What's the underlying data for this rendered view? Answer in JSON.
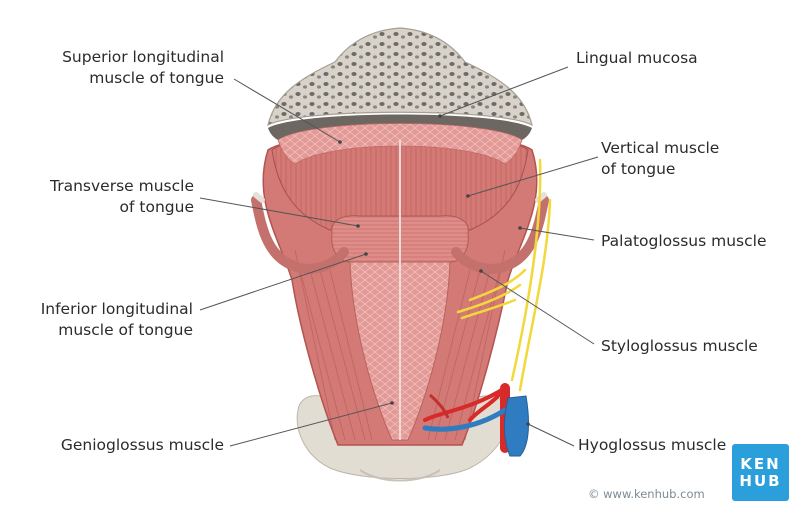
{
  "labels": {
    "superior_longitudinal": "Superior longitudinal\nmuscle of tongue",
    "transverse": "Transverse muscle\nof tongue",
    "inferior_longitudinal": "Inferior longitudinal\nmuscle of tongue",
    "genioglossus": "Genioglossus muscle",
    "lingual_mucosa": "Lingual mucosa",
    "vertical": "Vertical muscle\nof tongue",
    "palatoglossus": "Palatoglossus muscle",
    "styloglossus": "Styloglossus muscle",
    "hyoglossus": "Hyoglossus muscle"
  },
  "copyright": "© www.kenhub.com",
  "logo": {
    "line1": "KEN",
    "line2": "HUB"
  },
  "colors": {
    "muscle": "#d9807c",
    "muscle_dark": "#b85a58",
    "bone": "#ddd8cf",
    "nerve": "#f2d83a",
    "artery": "#d92a2a",
    "vein": "#2f7dc0",
    "brand": "#2b9fdc"
  }
}
